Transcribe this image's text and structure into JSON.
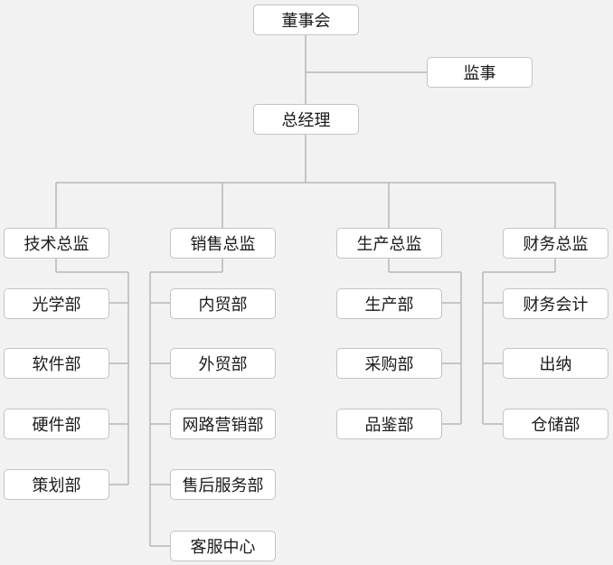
{
  "org": {
    "board": "董事会",
    "supervisor": "监事",
    "gm": "总经理",
    "divisions": [
      {
        "head": "技术总监",
        "depts": [
          "光学部",
          "软件部",
          "硬件部",
          "策划部"
        ]
      },
      {
        "head": "销售总监",
        "depts": [
          "内贸部",
          "外贸部",
          "网路营销部",
          "售后服务部",
          "客服中心"
        ]
      },
      {
        "head": "生产总监",
        "depts": [
          "生产部",
          "采购部",
          "品鉴部"
        ]
      },
      {
        "head": "财务总监",
        "depts": [
          "财务会计",
          "出纳",
          "仓储部"
        ]
      }
    ]
  },
  "colors": {
    "line": "#b8b8b8",
    "box_border": "#c4c4c4",
    "background": "#f2f2f2"
  }
}
